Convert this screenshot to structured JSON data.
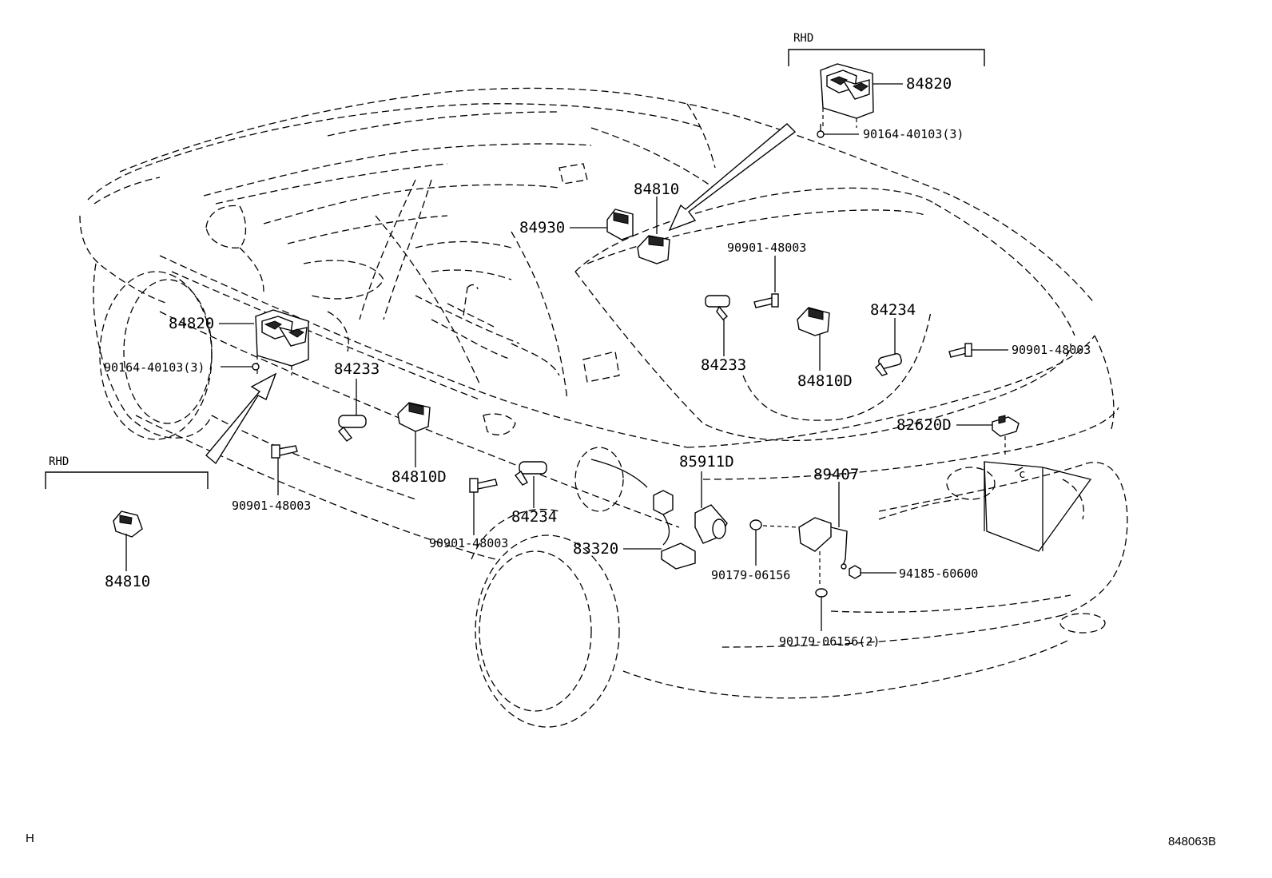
{
  "callouts": {
    "rhd_top": "RHD",
    "rhd_left": "RHD",
    "p84820_top": "84820",
    "p90164_top": "90164-40103(3)",
    "p84810_center": "84810",
    "p84930": "84930",
    "p90901_center": "90901-48003",
    "p84234_right": "84234",
    "p90901_right": "90901-48003",
    "p84233_center": "84233",
    "p84810D_right": "84810D",
    "p84820_left": "84820",
    "p90164_left": "90164-40103(3)",
    "p84233_left": "84233",
    "p84810D_left": "84810D",
    "p90901_left": "90901-48003",
    "p84810_rhd": "84810",
    "p82620D": "82620D",
    "p85911D": "85911D",
    "p89407": "89407",
    "p84234_lower": "84234",
    "p90901_lower": "90901-48003",
    "p83320": "83320",
    "p90179": "90179-06156",
    "p94185": "94185-60600",
    "p90179_2": "90179-06156(2)"
  },
  "footer": {
    "left_mark": "H",
    "diagram_id": "848063B"
  }
}
